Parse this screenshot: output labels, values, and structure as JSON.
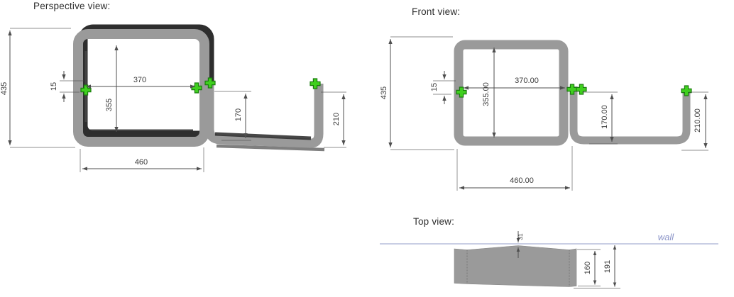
{
  "views": {
    "perspective": {
      "label": "Perspective view:",
      "dims": {
        "overall_height": "435",
        "lip": "15",
        "inner_width": "370",
        "inner_height": "355",
        "channel_height": "170",
        "right_height": "210",
        "overall_width": "460"
      }
    },
    "front": {
      "label": "Front view:",
      "dims": {
        "overall_height": "435",
        "lip": "15",
        "inner_width": "370.00",
        "inner_height": "355.00",
        "channel_height": "170.00",
        "right_height": "210.00",
        "overall_width": "460.00"
      }
    },
    "top": {
      "label": "Top view:",
      "wall_label": "wall",
      "dims": {
        "wall_offset": "31",
        "depth": "160",
        "total_depth": "191"
      }
    }
  },
  "colors": {
    "metal": "#9a9a9a",
    "metal_dark": "#2e2e2e",
    "dim": "#4f4f4f",
    "text": "#3c3c3c",
    "green": "#3fcf1e",
    "wall_line": "#b7bedc",
    "wall_text": "#8d96c9"
  }
}
